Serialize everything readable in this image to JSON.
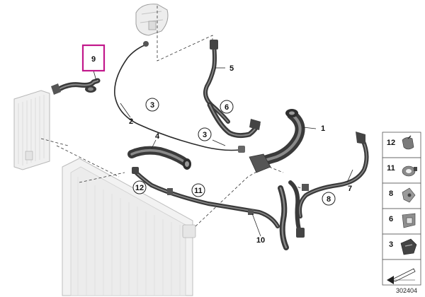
{
  "diagram": {
    "highlighted_part": "9",
    "highlight_color": "#c2188b",
    "reference_number": "302404",
    "callouts": [
      {
        "id": "1",
        "circled": false
      },
      {
        "id": "2",
        "circled": false
      },
      {
        "id": "3",
        "circled": true
      },
      {
        "id": "3",
        "circled": true
      },
      {
        "id": "4",
        "circled": false
      },
      {
        "id": "5",
        "circled": false
      },
      {
        "id": "6",
        "circled": true
      },
      {
        "id": "7",
        "circled": false
      },
      {
        "id": "8",
        "circled": true
      },
      {
        "id": "9",
        "circled": false
      },
      {
        "id": "10",
        "circled": false
      },
      {
        "id": "11",
        "circled": true
      },
      {
        "id": "12",
        "circled": true
      }
    ],
    "legend": [
      {
        "label": "12",
        "icon": "clamp-12-icon"
      },
      {
        "label": "11",
        "icon": "clamp-11-icon"
      },
      {
        "label": "8",
        "icon": "clip-8-icon"
      },
      {
        "label": "6",
        "icon": "clip-6-icon"
      },
      {
        "label": "3",
        "icon": "clip-3-icon"
      },
      {
        "label": "",
        "icon": "direction-arrow-icon"
      }
    ]
  }
}
